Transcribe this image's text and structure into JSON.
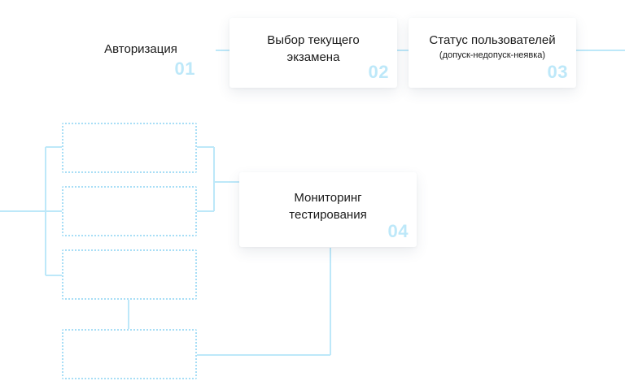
{
  "steps": [
    {
      "title": "Авторизация",
      "subtitle": "",
      "number": "01"
    },
    {
      "title": "Выбор текущего экзамена",
      "subtitle": "",
      "number": "02"
    },
    {
      "title": "Статус пользователей",
      "subtitle": "(допуск-недопуск-неявка)",
      "number": "03"
    },
    {
      "title": "Мониторинг тестирования",
      "subtitle": "",
      "number": "04"
    }
  ],
  "colors": {
    "connector": "#bde8f9",
    "number": "#bde8f9",
    "placeholder_border": "#a8def6"
  }
}
